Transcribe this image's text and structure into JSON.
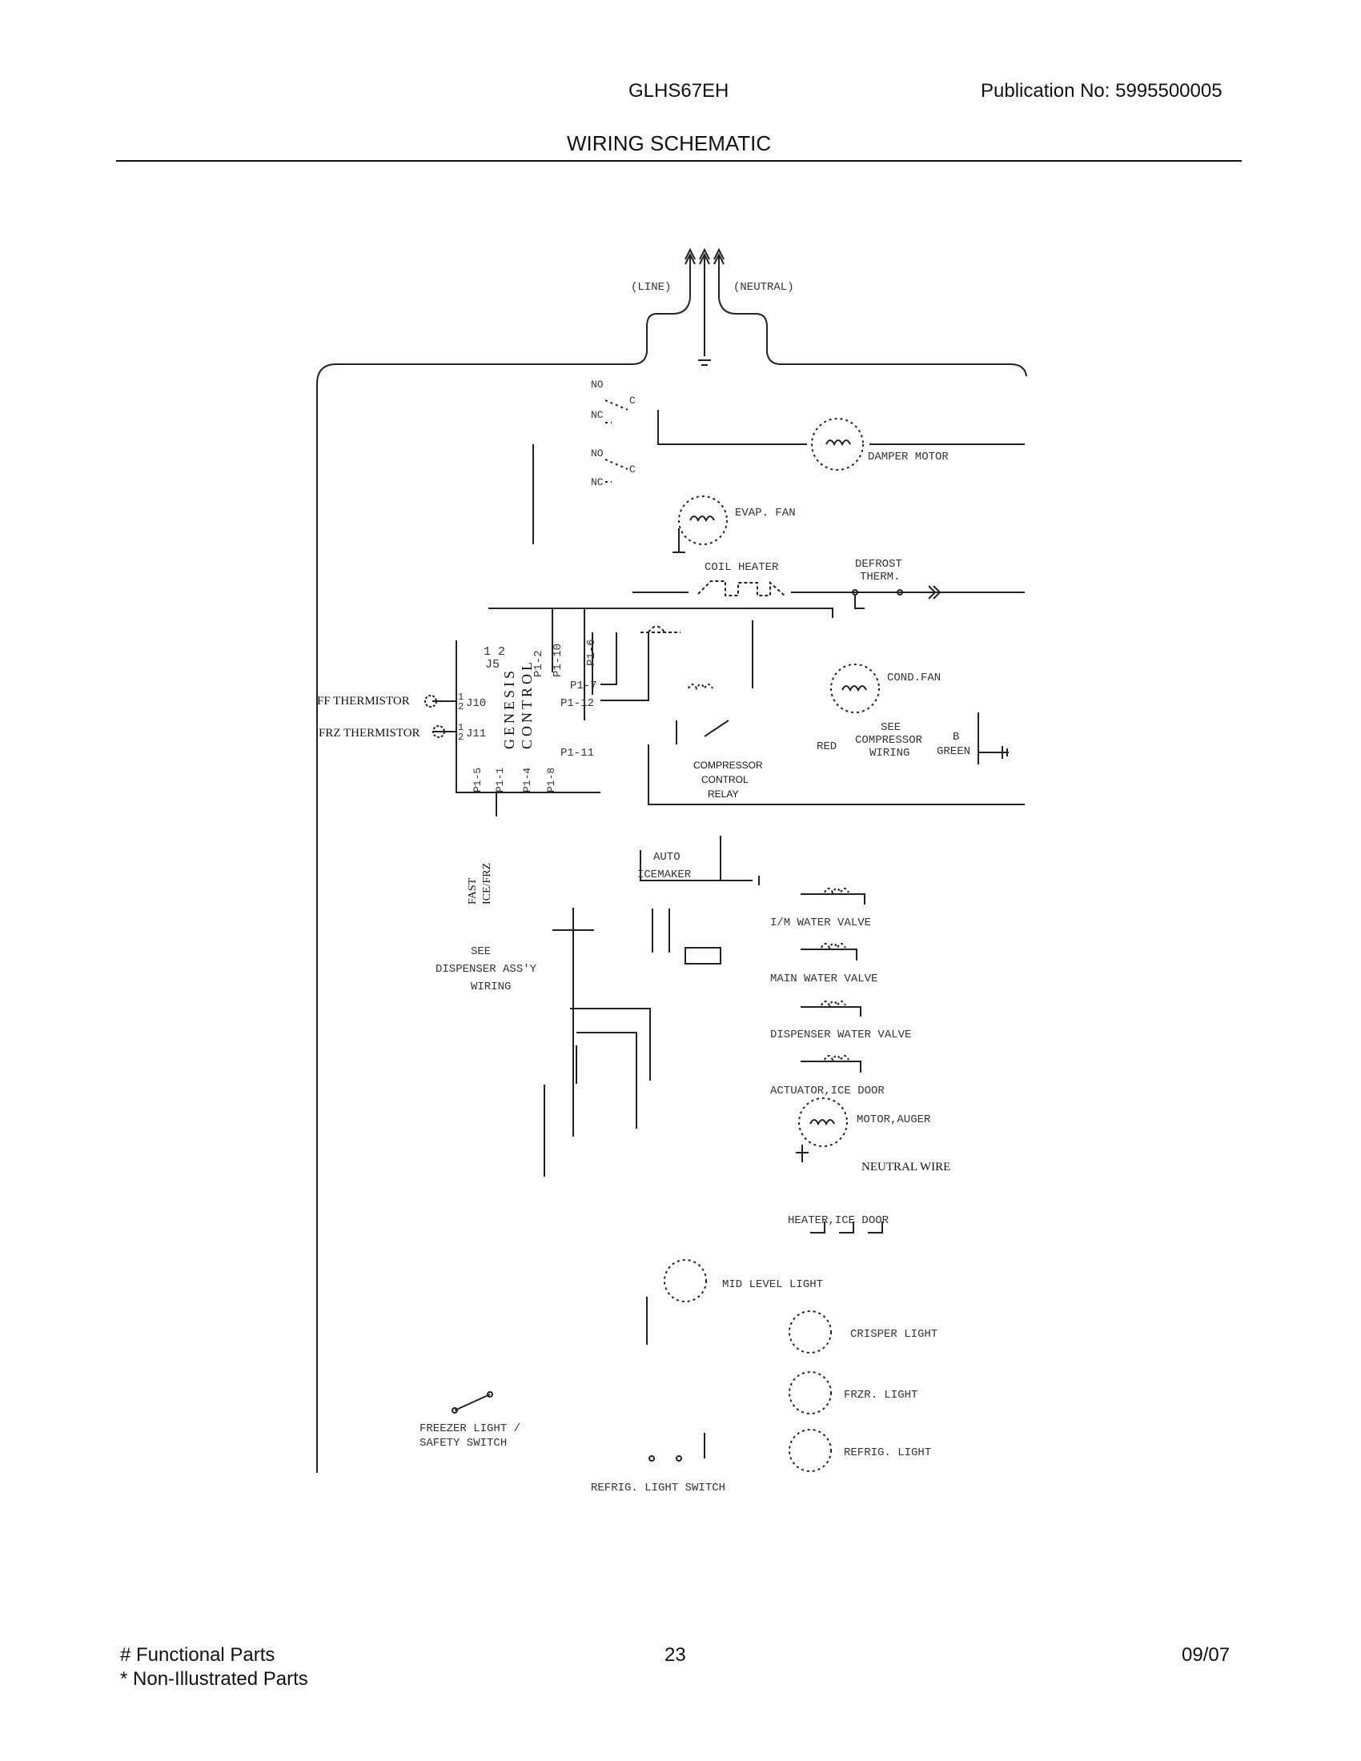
{
  "header": {
    "model": "GLHS67EH",
    "publication": "Publication No:  5995500005",
    "title": "WIRING SCHEMATIC"
  },
  "diagram": {
    "labels": {
      "line": "(LINE)",
      "neutral": "(NEUTRAL)",
      "no1": "NO",
      "c1": "C",
      "nc1": "NC",
      "no2": "NO",
      "c2": "C",
      "nc2": "NC",
      "damper_motor": "DAMPER MOTOR",
      "evap_fan": "EVAP. FAN",
      "coil_heater": "COIL HEATER",
      "defrost": "DEFROST",
      "therm": "THERM.",
      "j5": "J5",
      "j5_pins": "1 2",
      "p1_2": "P1-2",
      "p1_10": "P1-10",
      "p1_6": "P1-6",
      "p1_7": "P1-7",
      "p1_12": "P1-12",
      "p1_11": "P1-11",
      "genesis": "GENESIS",
      "control": "CONTROL",
      "ff_thermistor": "FF THERMISTOR",
      "frz_thermistor": "FRZ THERMISTOR",
      "j10": "J10",
      "j11": "J11",
      "pin1a": "1",
      "pin2a": "2",
      "pin1b": "1",
      "pin2b": "2",
      "p1_5": "P1-5",
      "p1_1": "P1-1",
      "p1_4": "P1-4",
      "p1_8": "P1-8",
      "cond_fan": "COND.FAN",
      "see": "SEE",
      "compressor": "COMPRESSOR",
      "wiring": "WIRING",
      "red": "RED",
      "b": "B",
      "green": "GREEN",
      "compressor_relay_1": "COMPRESSOR",
      "compressor_relay_2": "CONTROL",
      "compressor_relay_3": "RELAY",
      "fast": "FAST",
      "ice_frz": "ICE/FRZ",
      "auto": "AUTO",
      "icemaker": "ICEMAKER",
      "im_water_valve": "I/M WATER VALVE",
      "see_disp": "SEE",
      "dispenser_assy": "DISPENSER ASS'Y",
      "disp_wiring": "WIRING",
      "main_water_valve": "MAIN WATER VALVE",
      "dispenser_water_valve": "DISPENSER WATER VALVE",
      "actuator_ice_door": "ACTUATOR,ICE DOOR",
      "motor_auger": "MOTOR,AUGER",
      "neutral_wire": "NEUTRAL WIRE",
      "heater_ice_door": "HEATER,ICE DOOR",
      "mid_level_light": "MID LEVEL LIGHT",
      "crisper_light": "CRISPER LIGHT",
      "frzr_light": "FRZR. LIGHT",
      "refrig_light": "REFRIG. LIGHT",
      "freezer_light_1": "FREEZER LIGHT /",
      "freezer_light_2": "SAFETY SWITCH",
      "refrig_light_switch": "REFRIG. LIGHT SWITCH"
    }
  },
  "footer": {
    "functional": "# Functional Parts",
    "non_illustrated": "* Non-Illustrated Parts",
    "page": "23",
    "date": "09/07"
  }
}
